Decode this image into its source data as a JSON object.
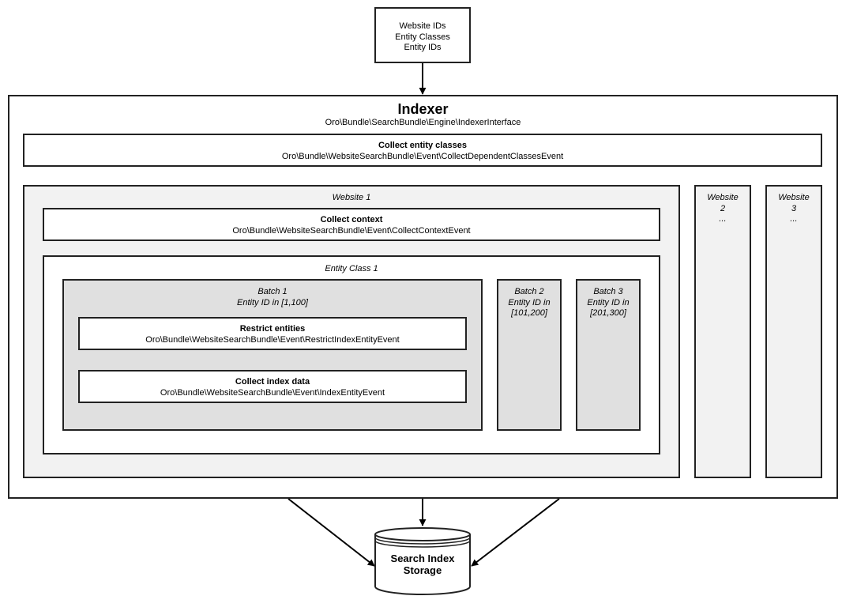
{
  "input": {
    "lines": [
      "Website IDs",
      "Entity Classes",
      "Entity IDs"
    ]
  },
  "indexer": {
    "title": "Indexer",
    "interface": "Oro\\Bundle\\SearchBundle\\Engine\\IndexerInterface"
  },
  "collect_entity_classes": {
    "title": "Collect entity classes",
    "event": "Oro\\Bundle\\WebsiteSearchBundle\\Event\\CollectDependentClassesEvent"
  },
  "website1": {
    "title": "Website 1"
  },
  "collect_context": {
    "title": "Collect context",
    "event": "Oro\\Bundle\\WebsiteSearchBundle\\Event\\CollectContextEvent"
  },
  "entity_class1": {
    "title": "Entity Class 1"
  },
  "batch1": {
    "title": "Batch 1",
    "range": "Entity ID in [1,100]"
  },
  "restrict_entities": {
    "title": "Restrict entities",
    "event": "Oro\\Bundle\\WebsiteSearchBundle\\Event\\RestrictIndexEntityEvent"
  },
  "collect_index_data": {
    "title": "Collect index data",
    "event": "Oro\\Bundle\\WebsiteSearchBundle\\Event\\IndexEntityEvent"
  },
  "batch2": {
    "lines": [
      "Batch 2",
      "Entity ID in",
      "[101,200]"
    ]
  },
  "batch3": {
    "lines": [
      "Batch 3",
      "Entity ID in",
      "[201,300]"
    ]
  },
  "website2": {
    "lines": [
      "Website",
      "2",
      "..."
    ]
  },
  "website3": {
    "lines": [
      "Website",
      "3",
      "..."
    ]
  },
  "storage": {
    "lines": [
      "Search Index",
      "Storage"
    ]
  }
}
